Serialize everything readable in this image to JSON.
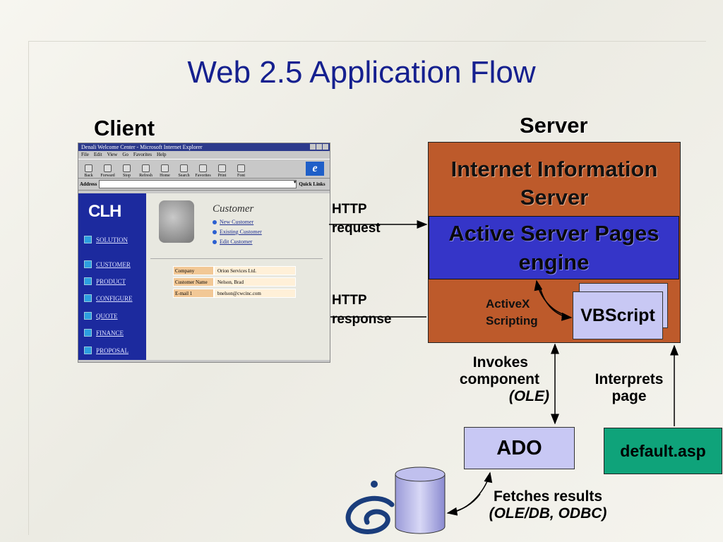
{
  "title": "Web 2.5 Application Flow",
  "client_label": "Client",
  "server_label": "Server",
  "iis": {
    "line1": "Internet Information",
    "line2": "Server"
  },
  "asp": {
    "line1": "Active Server Pages",
    "line2": "engine"
  },
  "activex": {
    "line1": "ActiveX",
    "line2": "Scripting"
  },
  "vbscript": "VBScript",
  "http_request": {
    "line1": "HTTP",
    "line2": "request"
  },
  "http_response": {
    "line1": "HTTP",
    "line2": "response"
  },
  "invokes": {
    "line1": "Invokes",
    "line2": "component",
    "line3": "(OLE)"
  },
  "interprets": {
    "line1": "Interprets",
    "line2": "page"
  },
  "ado": "ADO",
  "default_asp": "default.asp",
  "fetches": {
    "line1": "Fetches results",
    "line2": "(OLE/DB, ODBC)"
  },
  "browser": {
    "window_title": "Denali Welcome Center - Microsoft Internet Explorer",
    "menu": [
      "File",
      "Edit",
      "View",
      "Go",
      "Favorites",
      "Help"
    ],
    "toolbar": [
      "Back",
      "Forward",
      "Stop",
      "Refresh",
      "Home",
      "Search",
      "Favorites",
      "Print",
      "Font"
    ],
    "address_label": "Address",
    "quick_links": "Quick Links",
    "logo": "CLH",
    "nav": [
      "SOLUTION",
      "CUSTOMER",
      "PRODUCT",
      "CONFIGURE",
      "QUOTE",
      "FINANCE",
      "PROPOSAL"
    ],
    "customer_title": "Customer",
    "customer_links": [
      "New Customer",
      "Existing Customer",
      "Edit Customer"
    ],
    "form": [
      {
        "k": "Company",
        "v": "Orion Services Ltd."
      },
      {
        "k": "Customer Name",
        "v": "Nelson, Brad"
      },
      {
        "k": "E-mail 1",
        "v": "bnelson@cwcinc.com"
      }
    ]
  }
}
